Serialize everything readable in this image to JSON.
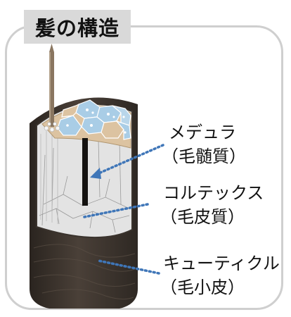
{
  "title": "髪の構造",
  "labels": {
    "medulla": {
      "name": "メデュラ",
      "jp": "（毛髄質）"
    },
    "cortex": {
      "name": "コルテックス",
      "jp": "（毛皮質）"
    },
    "cuticle": {
      "name": "キューティクル",
      "jp": "（毛小皮）"
    }
  },
  "colors": {
    "frame_border": "#cfcfcf",
    "title_bg": "#d9d9d9",
    "leader_line": "#3f76b8",
    "hair_outer": "#3d352d",
    "cortex_face": "#e2e2e2",
    "medulla_tan": "#dcc3a1",
    "medulla_blue": "#a9cde6",
    "needle": "#8a7660"
  }
}
